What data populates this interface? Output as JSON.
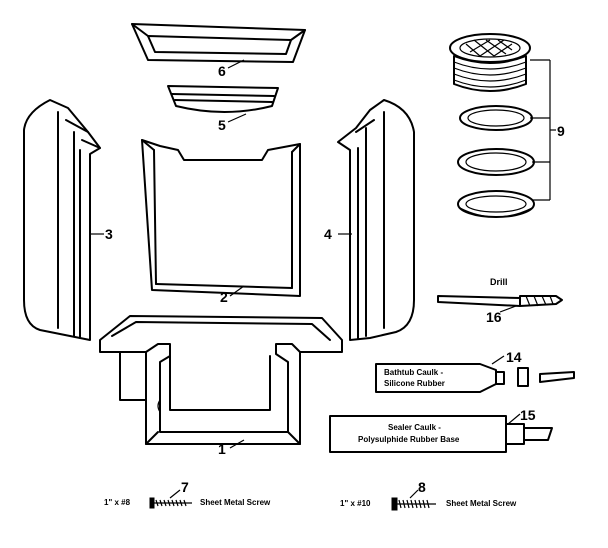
{
  "parts": {
    "p1": "1",
    "p2": "2",
    "p3": "3",
    "p4": "4",
    "p5": "5",
    "p6": "6",
    "p7": "7",
    "p8": "8",
    "p9": "9",
    "p14": "14",
    "p15": "15",
    "p16": "16"
  },
  "labels": {
    "drill": "Drill",
    "bathtub_caulk_line1": "Bathtub Caulk -",
    "bathtub_caulk_line2": "Silicone Rubber",
    "sealer_caulk_line1": "Sealer Caulk -",
    "sealer_caulk_line2": "Polysulphide Rubber Base",
    "screw7_size": "1\" x #8",
    "screw7_name": "Sheet Metal Screw",
    "screw8_size": "1\" x #10",
    "screw8_name": "Sheet Metal Screw"
  }
}
